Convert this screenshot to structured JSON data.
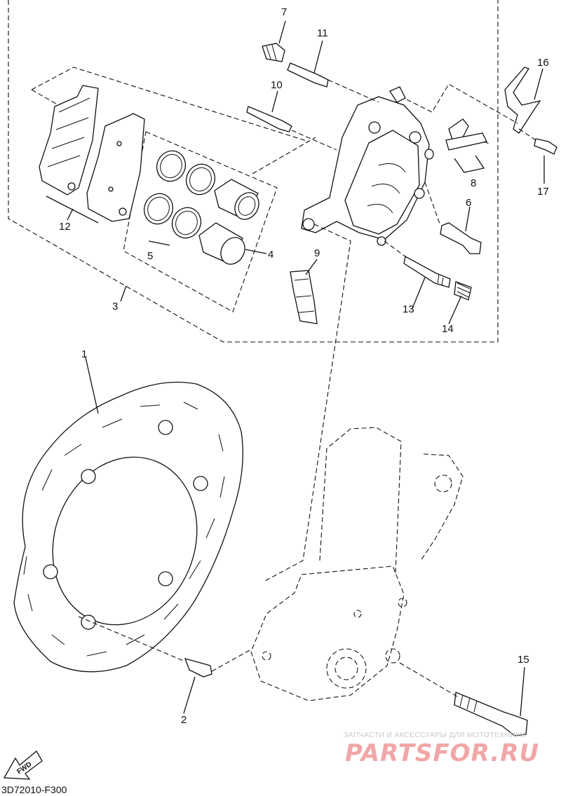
{
  "diagram_code": "3D72010-F300",
  "watermark": {
    "caption": "ЗАПЧАСТИ И АКСЕССУАРЫ ДЛЯ МОТОТЕХНИКИ",
    "brand": "PARTSFOR.RU"
  },
  "fwd_label": "FWD",
  "callouts": [
    {
      "id": "callout-1",
      "label": "1"
    },
    {
      "id": "callout-2",
      "label": "2"
    },
    {
      "id": "callout-3",
      "label": "3"
    },
    {
      "id": "callout-4",
      "label": "4"
    },
    {
      "id": "callout-5",
      "label": "5"
    },
    {
      "id": "callout-6",
      "label": "6"
    },
    {
      "id": "callout-7",
      "label": "7"
    },
    {
      "id": "callout-8",
      "label": "8"
    },
    {
      "id": "callout-9",
      "label": "9"
    },
    {
      "id": "callout-10",
      "label": "10"
    },
    {
      "id": "callout-11",
      "label": "11"
    },
    {
      "id": "callout-12",
      "label": "12"
    },
    {
      "id": "callout-13",
      "label": "13"
    },
    {
      "id": "callout-14",
      "label": "14"
    },
    {
      "id": "callout-15",
      "label": "15"
    },
    {
      "id": "callout-16",
      "label": "16"
    },
    {
      "id": "callout-17",
      "label": "17"
    }
  ]
}
